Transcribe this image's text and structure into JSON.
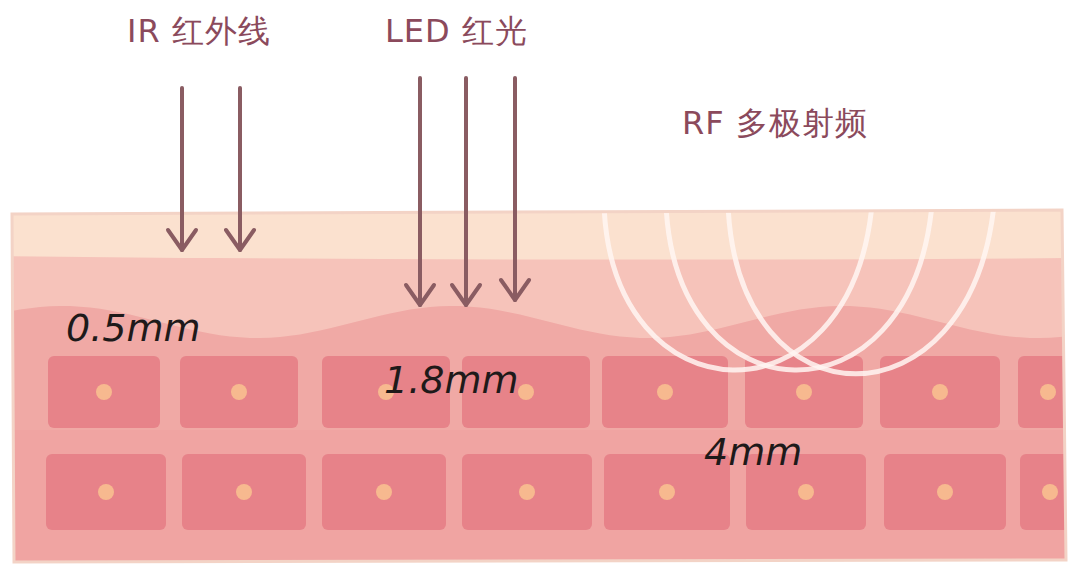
{
  "diagram": {
    "labels": [
      "IR 红外线",
      "LED 红光",
      "RF 多极射频",
      "0.5mm",
      "1.8mm",
      "4mm"
    ]
  }
}
